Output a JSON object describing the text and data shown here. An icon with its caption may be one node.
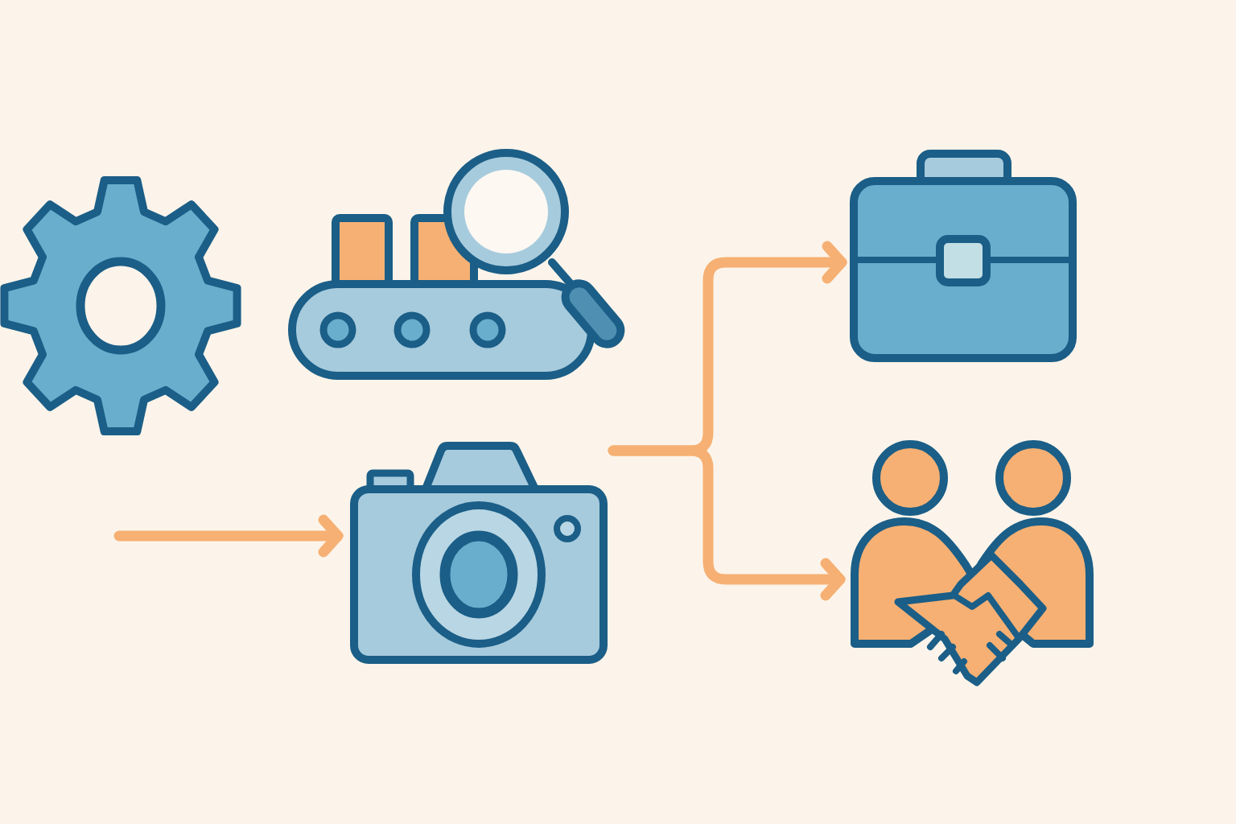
{
  "diagram": {
    "nodes": [
      {
        "text": [],
        "shape": "picture"
      },
      {
        "text": [],
        "shape": "picture"
      },
      {
        "text": [],
        "shape": "picture"
      },
      {
        "text": [],
        "shape": "picture"
      },
      {
        "text": [],
        "shape": "picture"
      }
    ],
    "edges": [
      {
        "from": null,
        "to": 2,
        "arrow": "to"
      },
      {
        "from": 2,
        "to": 3,
        "arrow": "to"
      },
      {
        "from": 2,
        "to": 4,
        "arrow": "to"
      }
    ]
  }
}
